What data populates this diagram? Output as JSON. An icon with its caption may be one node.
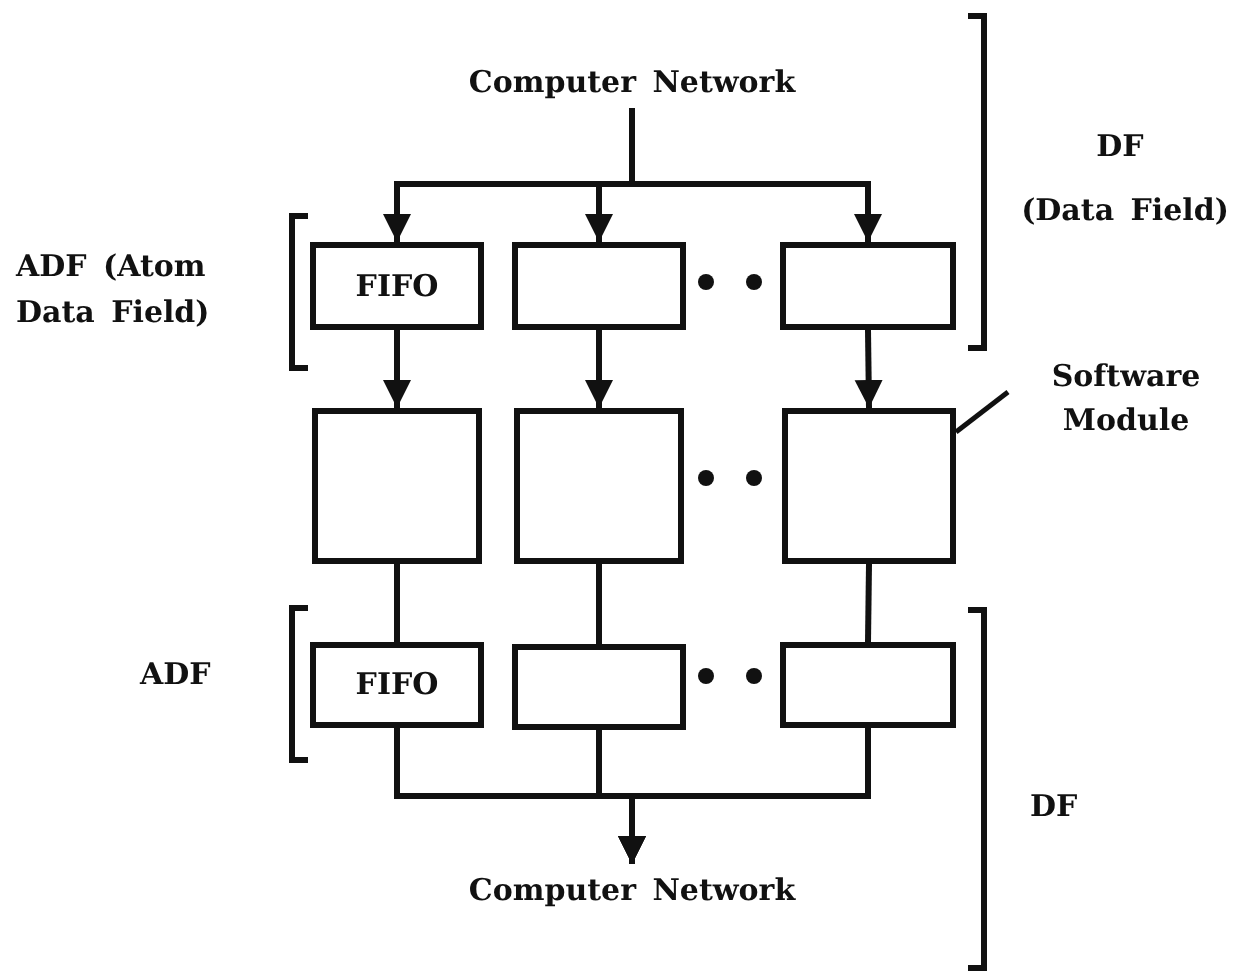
{
  "diagram": {
    "nodes": [
      {
        "text": [
          "Computer Network"
        ]
      },
      {
        "text": [
          "FIFO"
        ]
      },
      {
        "text": [],
        "shape": "box"
      },
      {
        "text": [],
        "shape": "box"
      },
      {
        "text": [],
        "shape": "box"
      },
      {
        "text": [],
        "shape": "box"
      },
      {
        "text": [],
        "shape": "box"
      },
      {
        "text": [
          "FIFO"
        ]
      },
      {
        "text": [],
        "shape": "box"
      },
      {
        "text": [],
        "shape": "box"
      },
      {
        "text": [
          "Computer Network"
        ]
      },
      {
        "text": [
          "Software Module"
        ]
      }
    ],
    "edges": [
      {
        "from": 0,
        "to": 1,
        "arrow": "to"
      },
      {
        "from": 0,
        "to": 2,
        "arrow": "to"
      },
      {
        "from": 0,
        "to": 3,
        "arrow": "to"
      },
      {
        "from": 1,
        "to": 4,
        "arrow": "to"
      },
      {
        "from": 2,
        "to": 5,
        "arrow": "to"
      },
      {
        "from": 3,
        "to": 6,
        "arrow": "to"
      },
      {
        "from": 4,
        "to": 7,
        "arrow": "none"
      },
      {
        "from": 5,
        "to": 8,
        "arrow": "none"
      },
      {
        "from": 6,
        "to": 9,
        "arrow": "none"
      },
      {
        "from": 7,
        "to": 10,
        "arrow": "to"
      },
      {
        "from": 8,
        "to": 10,
        "arrow": "to"
      },
      {
        "from": 9,
        "to": 10,
        "arrow": "to"
      },
      {
        "from": 11,
        "to": 6,
        "arrow": "none"
      }
    ],
    "labels": [
      "DF",
      "(Data Field)",
      "ADF (Atom Data Field)",
      "ADF",
      "DF"
    ]
  }
}
